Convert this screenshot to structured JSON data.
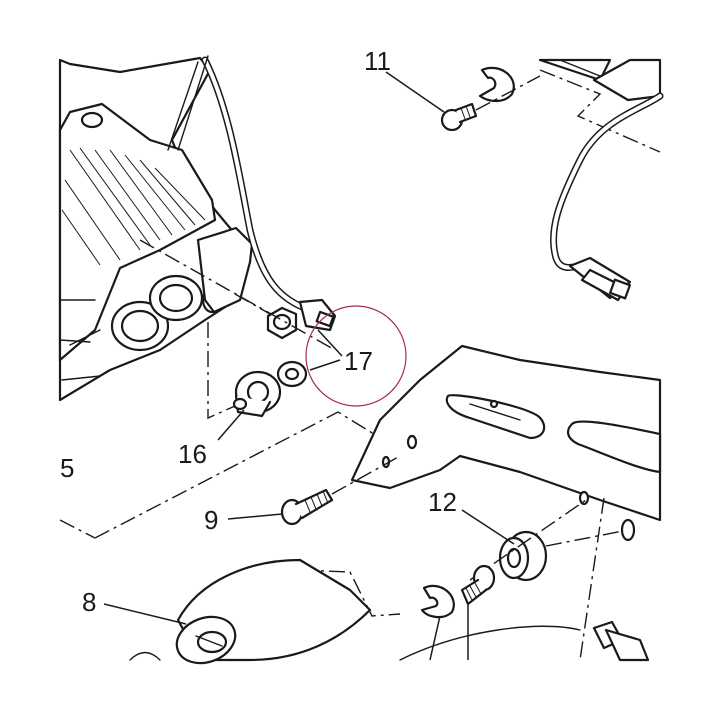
{
  "diagram": {
    "callouts": {
      "c17": "17",
      "c16": "16",
      "c5": "5",
      "c9": "9",
      "c12": "12",
      "c8": "8",
      "c11": "11"
    },
    "highlight_color": "#a0304a",
    "line_color": "#1a1a1a"
  }
}
